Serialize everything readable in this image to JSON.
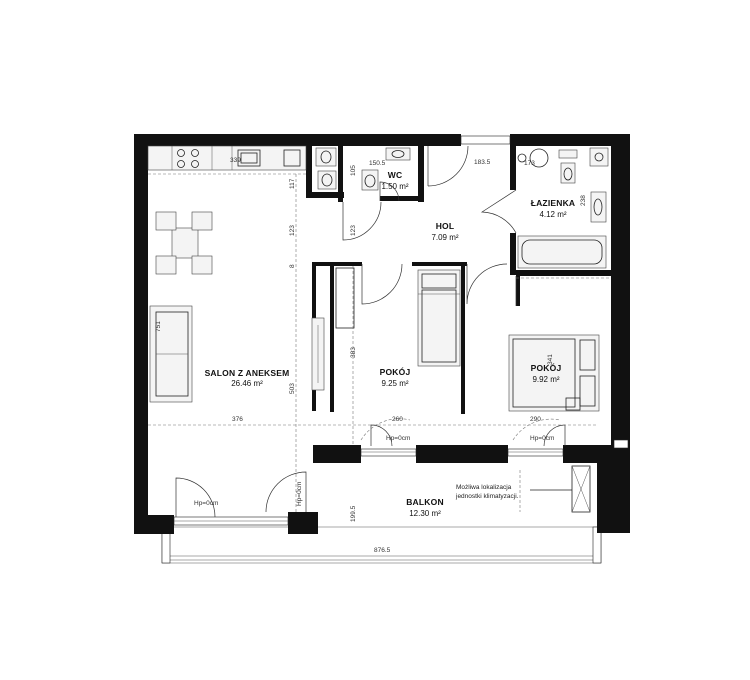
{
  "rooms": {
    "salon": {
      "name": "SALON Z ANEKSEM",
      "area": "26.46 m²"
    },
    "wc": {
      "name": "WC",
      "area": "1.50 m²"
    },
    "hol": {
      "name": "HOL",
      "area": "7.09 m²"
    },
    "lazienka": {
      "name": "ŁAZIENKA",
      "area": "4.12 m²"
    },
    "pokoj1": {
      "name": "POKÓJ",
      "area": "9.25 m²"
    },
    "pokoj2": {
      "name": "POKÓJ",
      "area": "9.92 m²"
    },
    "balkon": {
      "name": "BALKON",
      "area": "12.30 m²"
    }
  },
  "dimensions": {
    "d339": "339",
    "d150_5": "150.5",
    "d183_5": "183.5",
    "d173": "173",
    "d117": "117",
    "d105": "105",
    "d123a": "123",
    "d123b": "123",
    "d8": "8",
    "d238": "238",
    "d751": "751",
    "d383": "383",
    "d503": "503",
    "d341": "341",
    "d376": "376",
    "d260": "260",
    "d290": "290",
    "d199_5": "199.5",
    "d876_5": "876.5"
  },
  "threshold_labels": {
    "h1": "Hp=0cm",
    "h2": "Hp=0cm",
    "h3": "Hp=0cm",
    "h4": "Hp=0cm"
  },
  "note": {
    "line1": "Możliwa lokalizacja",
    "line2": "jednostki klimatyzacji."
  }
}
